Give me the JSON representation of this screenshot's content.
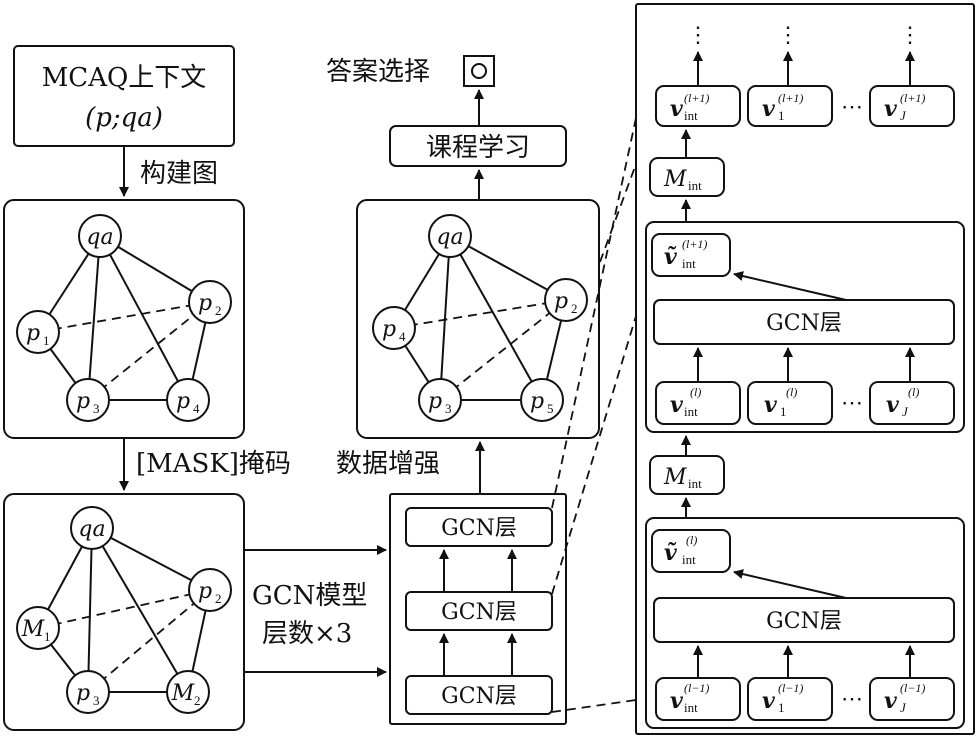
{
  "context_box": {
    "line1": "MCAQ上下文",
    "line2": "(p;qa)"
  },
  "labels": {
    "build_graph": "构建图",
    "mask": "[MASK]掩码",
    "augment": "数据增强",
    "answer_select": "答案选择",
    "curriculum": "课程学习",
    "gcn_model_line1": "GCN模型",
    "gcn_model_line2": "层数×3",
    "gcn_layer": "GCN层"
  },
  "graph1": {
    "nodes": [
      "qa",
      "p",
      "p",
      "p",
      "p"
    ],
    "subs": [
      "",
      "1",
      "2",
      "3",
      "4"
    ]
  },
  "graph2": {
    "nodes": [
      "qa",
      "p",
      "p",
      "p",
      "p"
    ],
    "subs": [
      "",
      "4",
      "2",
      "3",
      "5"
    ]
  },
  "graph3": {
    "nodes": [
      "qa",
      "M",
      "p",
      "p",
      "M"
    ],
    "subs": [
      "",
      "1",
      "2",
      "3",
      "2"
    ]
  },
  "detail": {
    "top_row": [
      {
        "v": "v",
        "sub": "int",
        "sup": "(l+1)"
      },
      {
        "v": "v",
        "sub": "1",
        "sup": "(l+1)"
      },
      {
        "v": "v",
        "sub": "J",
        "sup": "(l+1)"
      }
    ],
    "mid_row": [
      {
        "v": "v",
        "sub": "int",
        "sup": "(l)"
      },
      {
        "v": "v",
        "sub": "1",
        "sup": "(l)"
      },
      {
        "v": "v",
        "sub": "J",
        "sup": "(l)"
      }
    ],
    "bot_row": [
      {
        "v": "v",
        "sub": "int",
        "sup": "(l−1)"
      },
      {
        "v": "v",
        "sub": "1",
        "sup": "(l−1)"
      },
      {
        "v": "v",
        "sub": "J",
        "sup": "(l−1)"
      }
    ],
    "m_label": "M",
    "m_sub": "int",
    "vtilde_upper_sup": "(l+1)",
    "vtilde_lower_sup": "(l)",
    "vtilde_sub": "int",
    "dots": "⋯"
  }
}
